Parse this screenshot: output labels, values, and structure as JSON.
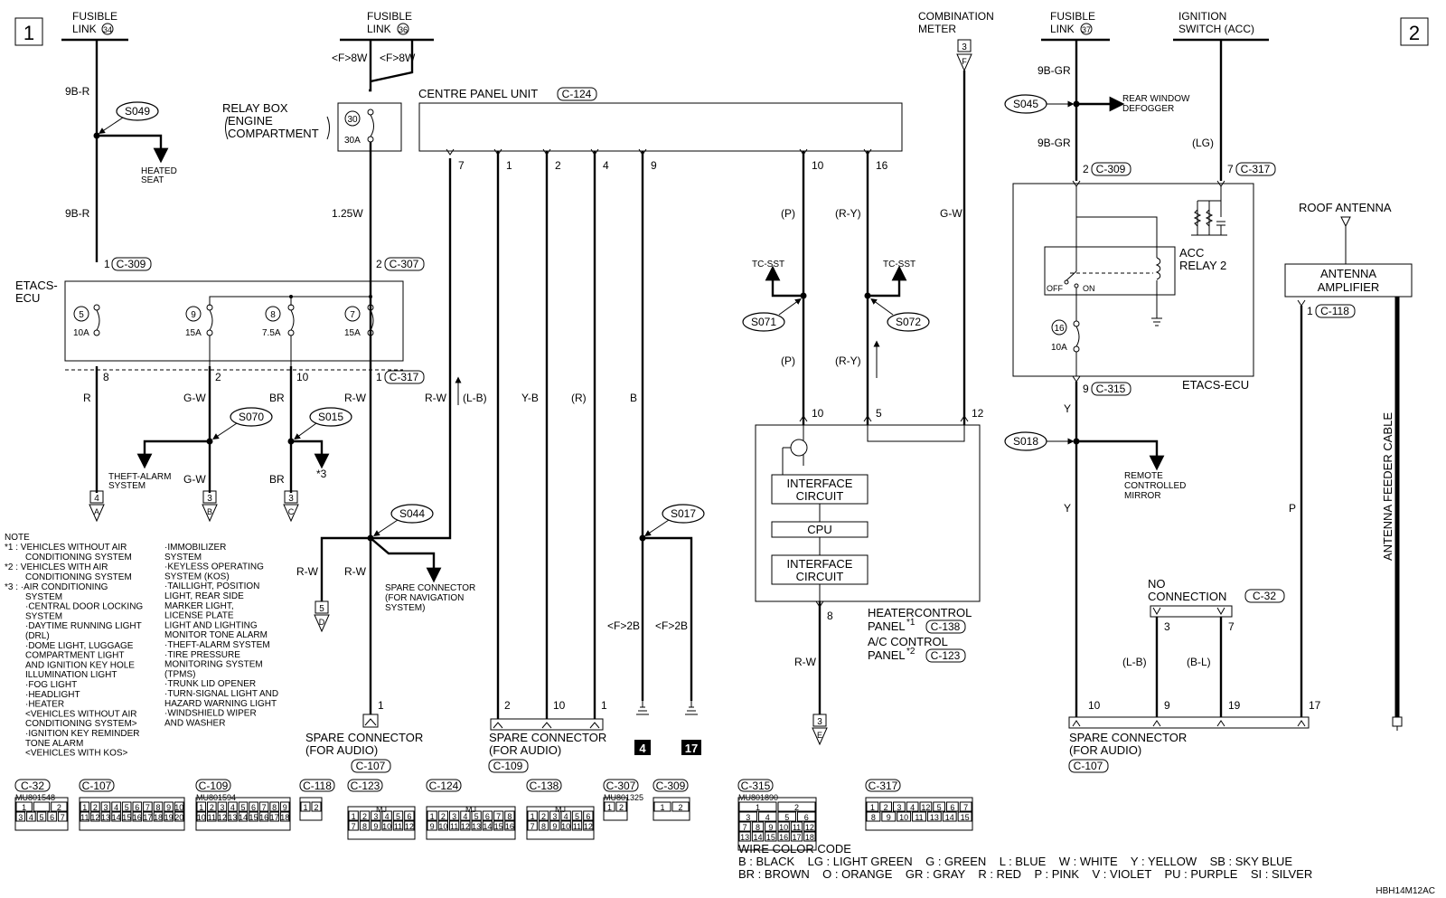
{
  "pages": {
    "left": "1",
    "right": "2"
  },
  "sources": {
    "fusible_link_34": {
      "line1": "FUSIBLE",
      "line2": "LINK",
      "num": "34"
    },
    "fusible_link_36": {
      "line1": "FUSIBLE",
      "line2": "LINK",
      "num": "36"
    },
    "fusible_link_37": {
      "line1": "FUSIBLE",
      "line2": "LINK",
      "num": "37"
    },
    "combination_meter": {
      "line1": "COMBINATION",
      "line2": "METER",
      "pin": "3"
    },
    "ignition_switch": {
      "line1": "IGNITION",
      "line2": "SWITCH (ACC)"
    }
  },
  "relay_box": {
    "line1": "RELAY BOX",
    "line2": "ENGINE",
    "line3": "COMPARTMENT",
    "fuse_num": "30",
    "fuse_rating": "30A"
  },
  "centre_panel": {
    "title": "CENTRE PANEL UNIT",
    "conn": "C-124",
    "pins": [
      "7",
      "1",
      "2",
      "4",
      "9",
      "10",
      "16"
    ]
  },
  "etacs_left": {
    "line1": "ETACS-",
    "line2": "ECU",
    "in_pin1": "1",
    "in_conn1": "C-309",
    "in_pin2": "2",
    "in_conn2": "C-307",
    "fuses": [
      {
        "n": "5",
        "a": "10A"
      },
      {
        "n": "9",
        "a": "15A"
      },
      {
        "n": "8",
        "a": "7.5A"
      },
      {
        "n": "7",
        "a": "15A"
      }
    ],
    "out_pins": [
      "8",
      "2",
      "10",
      "1"
    ],
    "out_conn": "C-317"
  },
  "etacs_right": {
    "label": "ETACS-ECU",
    "in_pin": "2",
    "in_conn": "C-309",
    "in_pin2": "7",
    "in_conn2": "C-317",
    "relay_line1": "ACC",
    "relay_line2": "RELAY 2",
    "off": "OFF",
    "on": "ON",
    "fuse_num": "16",
    "fuse_rating": "10A",
    "out_pin": "9",
    "out_conn": "C-315"
  },
  "wires": {
    "w9br": "9B-R",
    "w9br2": "9B-R",
    "fw8a": "<F>8W",
    "fw8b": "<F>8W",
    "w125": "1.25W",
    "r": "R",
    "gw": "G-W",
    "gw2": "G-W",
    "br": "BR",
    "br2": "BR",
    "rw": "R-W",
    "rw2": "R-W",
    "rw3": "R-W",
    "rw4": "R-W",
    "lb": "(L-B)",
    "yb": "Y-B",
    "rr": "(R)",
    "b": "B",
    "p1": "(P)",
    "p2": "(P)",
    "ry1": "(R-Y)",
    "ry2": "(R-Y)",
    "gw3": "G-W",
    "f2b1": "<F>2B",
    "f2b2": "<F>2B",
    "rw5": "R-W",
    "gr1": "9B-GR",
    "gr2": "9B-GR",
    "lg": "(LG)",
    "y1": "Y",
    "y2": "Y",
    "lb2": "(L-B)",
    "bl": "(B-L)",
    "p": "P"
  },
  "splices": {
    "s049": "S049",
    "s070": "S070",
    "s015": "S015",
    "s044": "S044",
    "s017": "S017",
    "s071": "S071",
    "s072": "S072",
    "s045": "S045",
    "s018": "S018"
  },
  "branches": {
    "heated_seat": [
      "HEATED",
      "SEAT"
    ],
    "theft_alarm": [
      "THEFT-ALARM",
      "SYSTEM"
    ],
    "star3": "*3",
    "spare_nav": [
      "SPARE CONNECTOR",
      "(FOR NAVIGATION",
      "SYSTEM)"
    ],
    "tc_sst1": "TC-SST",
    "tc_sst2": "TC-SST",
    "rear_def": [
      "REAR WINDOW",
      "DEFOGGER"
    ],
    "remote_mirror": [
      "REMOTE",
      "CONTROLLED",
      "MIRROR"
    ]
  },
  "refs": {
    "a": {
      "n": "4",
      "l": "A"
    },
    "b": {
      "n": "3",
      "l": "B"
    },
    "c": {
      "n": "3",
      "l": "C"
    },
    "d": {
      "n": "5",
      "l": "D"
    },
    "e": {
      "n": "3",
      "l": "E"
    },
    "f": {
      "n": "3",
      "l": "F"
    }
  },
  "grounds": {
    "g4": "4",
    "g17": "17"
  },
  "heater_panel": {
    "ic1": [
      "INTERFACE",
      "CIRCUIT"
    ],
    "cpu": "CPU",
    "ic2": [
      "INTERFACE",
      "CIRCUIT"
    ],
    "pins_top": [
      "10",
      "5",
      "12"
    ],
    "pin_bot": "8",
    "name1": "HEATERCONTROL",
    "name1b": "PANEL",
    "star1": "*1",
    "conn1": "C-138",
    "name2": "A/C CONTROL",
    "name2b": "PANEL",
    "star2": "*2",
    "conn2": "C-123"
  },
  "roof_antenna": {
    "title": "ROOF ANTENNA",
    "amp1": "ANTENNA",
    "amp2": "AMPLIFIER",
    "pin": "1",
    "conn": "C-118",
    "cable": "ANTENNA FEEDER CABLE"
  },
  "no_connection": {
    "line1": "NO",
    "line2": "CONNECTION",
    "conn": "C-32",
    "pins": [
      "3",
      "7"
    ]
  },
  "spare_audio_1": {
    "line1": "SPARE CONNECTOR",
    "line2": "(FOR AUDIO)",
    "conn": "C-107",
    "pin": "1"
  },
  "spare_audio_2": {
    "line1": "SPARE CONNECTOR",
    "line2": "(FOR AUDIO)",
    "conn": "C-109",
    "pins": [
      "2",
      "10",
      "1"
    ]
  },
  "spare_audio_3": {
    "line1": "SPARE CONNECTOR",
    "line2": "(FOR AUDIO)",
    "conn": "C-107",
    "pins": [
      "10",
      "9",
      "19",
      "17"
    ]
  },
  "note": {
    "title": "NOTE",
    "n1": [
      "*1 : VEHICLES WITHOUT AIR",
      "CONDITIONING SYSTEM"
    ],
    "n2": [
      "*2 : VEHICLES WITH AIR",
      "CONDITIONING SYSTEM"
    ],
    "n3a": [
      "*3 : ·AIR CONDITIONING",
      "SYSTEM",
      "·CENTRAL DOOR LOCKING",
      "SYSTEM",
      "·DAYTIME RUNNING LIGHT",
      "(DRL)",
      "·DOME LIGHT, LUGGAGE",
      "COMPARTMENT LIGHT",
      "AND IGNITION KEY HOLE",
      "ILLUMINATION LIGHT",
      "·FOG LIGHT",
      "·HEADLIGHT",
      "·HEATER",
      "<VEHICLES WITHOUT AIR",
      "CONDITIONING SYSTEM>",
      "·IGNITION KEY REMINDER",
      "TONE ALARM",
      "<VEHICLES WITH KOS>"
    ],
    "n3b": [
      "·IMMOBILIZER",
      "SYSTEM",
      "·KEYLESS OPERATING",
      "SYSTEM (KOS)",
      "·TAILLIGHT, POSITION",
      "LIGHT, REAR SIDE",
      "MARKER LIGHT,",
      "LICENSE PLATE",
      "LIGHT AND LIGHTING",
      "MONITOR TONE ALARM",
      "·THEFT-ALARM SYSTEM",
      "·TIRE PRESSURE",
      "MONITORING SYSTEM",
      "(TPMS)",
      "·TRUNK LID OPENER",
      "·TURN-SIGNAL LIGHT AND",
      "HAZARD WARNING LIGHT",
      "·WINDSHIELD WIPER",
      "AND WASHER"
    ]
  },
  "connectors": [
    {
      "id": "C-32",
      "part": "MU801548",
      "rows": [
        [
          "1",
          "",
          "2"
        ],
        [
          "3",
          "4",
          "5",
          "6",
          "7"
        ]
      ]
    },
    {
      "id": "C-107",
      "part": "",
      "rows": [
        [
          "1",
          "2",
          "3",
          "4",
          "5",
          "6",
          "7",
          "8",
          "9",
          "10"
        ],
        [
          "11",
          "12",
          "13",
          "14",
          "15",
          "16",
          "17",
          "18",
          "19",
          "20"
        ]
      ]
    },
    {
      "id": "C-109",
      "part": "MU801594",
      "rows": [
        [
          "1",
          "2",
          "3",
          "4",
          "5",
          "6",
          "7",
          "8",
          "9"
        ],
        [
          "10",
          "11",
          "12",
          "13",
          "14",
          "15",
          "16",
          "17",
          "18"
        ]
      ]
    },
    {
      "id": "C-118",
      "part": "",
      "rows": [
        [
          "1",
          "2"
        ]
      ]
    },
    {
      "id": "C-123",
      "part": "",
      "rows": [
        [
          "1",
          "2",
          "3",
          "4",
          "5",
          "6"
        ],
        [
          "7",
          "8",
          "9",
          "10",
          "11",
          "12"
        ]
      ],
      "tag": "MJ"
    },
    {
      "id": "C-124",
      "part": "",
      "rows": [
        [
          "1",
          "2",
          "3",
          "4",
          "5",
          "6",
          "7",
          "8"
        ],
        [
          "9",
          "10",
          "11",
          "12",
          "13",
          "14",
          "15",
          "16"
        ]
      ],
      "tag": "MJ"
    },
    {
      "id": "C-138",
      "part": "",
      "rows": [
        [
          "1",
          "2",
          "3",
          "4",
          "5",
          "6"
        ],
        [
          "7",
          "8",
          "9",
          "10",
          "11",
          "12"
        ]
      ],
      "tag": "MJ"
    },
    {
      "id": "C-307",
      "part": "MU801325",
      "rows": [
        [
          "1",
          "2"
        ]
      ]
    },
    {
      "id": "C-309",
      "part": "",
      "rows": [
        [
          "1",
          "2"
        ]
      ]
    },
    {
      "id": "C-315",
      "part": "MU801890",
      "rows": [
        [
          "1",
          "2"
        ],
        [
          "3",
          "4",
          "5",
          "6"
        ],
        [
          "7",
          "8",
          "9",
          "10",
          "11",
          "12"
        ],
        [
          "13",
          "14",
          "15",
          "16",
          "17",
          "18"
        ]
      ]
    },
    {
      "id": "C-317",
      "part": "",
      "rows": [
        [
          "1",
          "2",
          "3",
          "4",
          "12",
          "5",
          "6",
          "7"
        ],
        [
          "8",
          "9",
          "10",
          "11",
          "13",
          "14",
          "15"
        ]
      ]
    }
  ],
  "color_code": {
    "title": "WIRE COLOR CODE",
    "line1": "B : BLACK    LG : LIGHT GREEN    G : GREEN    L : BLUE    W : WHITE    Y : YELLOW    SB : SKY BLUE",
    "line2": "BR : BROWN    O : ORANGE    GR : GRAY    R : RED    P : PINK    V : VIOLET    PU : PURPLE    SI : SILVER"
  },
  "diagram_id": "HBH14M12AC"
}
